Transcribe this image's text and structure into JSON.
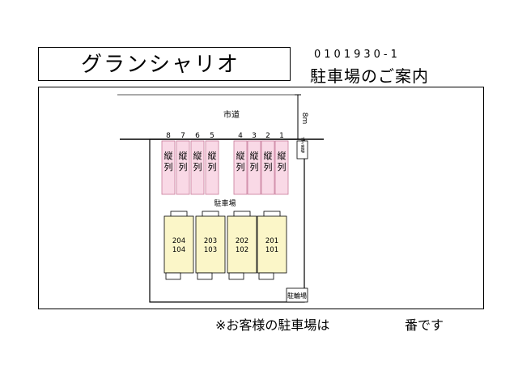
{
  "header": {
    "property_name": "グランシャリオ",
    "code": "0101930-1",
    "guide_title": "駐車場のご案内"
  },
  "map": {
    "road_label": "市道",
    "road_width": "8m",
    "lot_label": "駐車場",
    "garbage_label": "ゴミ置場",
    "bike_label": "駐輪場",
    "parking_spaces": [
      {
        "number": "8",
        "type": "縦列"
      },
      {
        "number": "7",
        "type": "縦列"
      },
      {
        "number": "6",
        "type": "縦列"
      },
      {
        "number": "5",
        "type": "縦列"
      },
      {
        "number": "4",
        "type": "縦列"
      },
      {
        "number": "3",
        "type": "縦列"
      },
      {
        "number": "2",
        "type": "縦列"
      },
      {
        "number": "1",
        "type": "縦列"
      }
    ],
    "units": [
      {
        "top": "204",
        "bottom": "104"
      },
      {
        "top": "203",
        "bottom": "103"
      },
      {
        "top": "202",
        "bottom": "102"
      },
      {
        "top": "201",
        "bottom": "101"
      }
    ],
    "colors": {
      "parking_fill": "#f9d9e6",
      "parking_stroke": "#c87a9a",
      "unit_fill": "#fbf6c8"
    }
  },
  "footer": {
    "note_prefix": "※お客様の駐車場は",
    "note_suffix": "番です"
  }
}
